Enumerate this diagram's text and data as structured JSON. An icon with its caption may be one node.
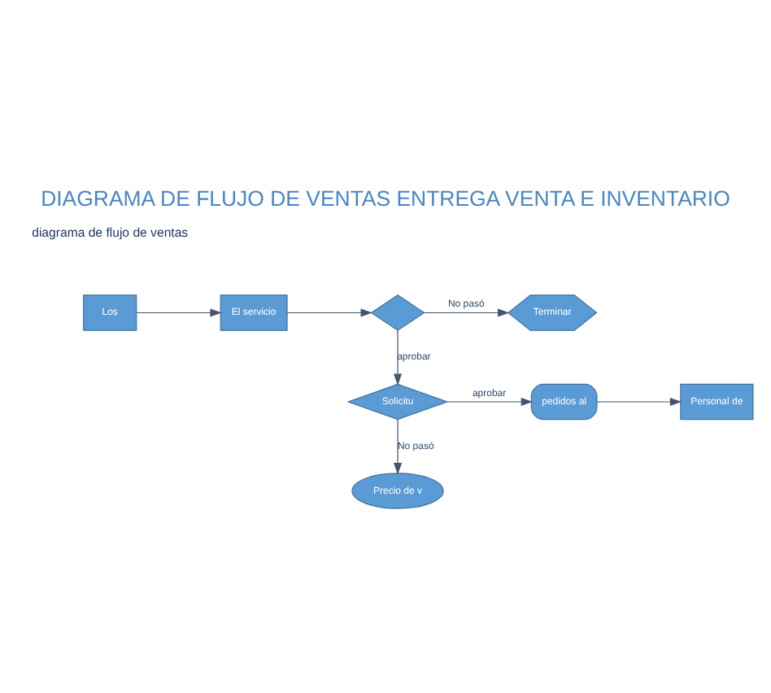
{
  "diagram": {
    "title": "DIAGRAMA DE FLUJO DE VENTAS ENTREGA VENTA E INVENTARIO",
    "nodes": [
      {
        "text": [
          "Los"
        ]
      },
      {
        "text": [
          "El servicio"
        ]
      },
      {
        "text": [],
        "shape": "diamond"
      },
      {
        "text": [
          "Terminar"
        ]
      },
      {
        "text": [
          "Solicitu"
        ]
      },
      {
        "text": [
          "pedidos al"
        ]
      },
      {
        "text": [
          "Personal de"
        ]
      },
      {
        "text": [
          "Precio de v"
        ]
      }
    ],
    "edges": [
      {
        "from": 0,
        "to": 1,
        "arrow": "to"
      },
      {
        "from": 1,
        "to": 2,
        "arrow": "to"
      },
      {
        "from": 2,
        "to": 3,
        "arrow": "to",
        "label": "No pasó"
      },
      {
        "from": 2,
        "to": 4,
        "arrow": "to",
        "label": "aprobar"
      },
      {
        "from": 4,
        "to": 5,
        "arrow": "to",
        "label": "aprobar"
      },
      {
        "from": 5,
        "to": 6,
        "arrow": "to"
      },
      {
        "from": 4,
        "to": 7,
        "arrow": "to",
        "label": "No pasó"
      }
    ],
    "labels": [
      "diagrama de flujo de ventas"
    ]
  }
}
